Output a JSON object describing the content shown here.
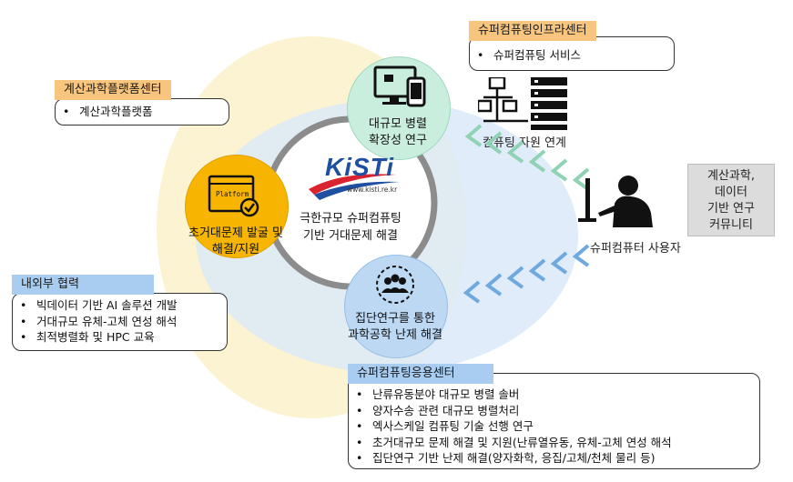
{
  "center": {
    "logo_text": "KiSTi",
    "logo_url": "www.kisti.re.kr",
    "line1": "극한규모 슈퍼컴퓨팅",
    "line2": "기반 거대문제 해결"
  },
  "circles": {
    "top": {
      "line1": "대규모 병렬",
      "line2": "확장성 연구",
      "icon": "devices-icon"
    },
    "left": {
      "line1": "초거대문제 발굴 및",
      "line2": "해결/지원",
      "icon": "platform-window-icon",
      "icon_text": "Platform"
    },
    "bottom": {
      "line1": "집단연구를 통한",
      "line2": "과학공학 난제 해결",
      "icon": "group-icon"
    }
  },
  "platform_center": {
    "header": "계산과학플랫폼센터",
    "items": [
      "계산과학플랫폼"
    ]
  },
  "infra_center": {
    "header": "슈퍼컴퓨팅인프라센터",
    "items": [
      "슈퍼컴퓨팅 서비스"
    ]
  },
  "computing_link": "컴퓨팅 자원 연계",
  "user": {
    "label": "슈퍼컴퓨터 사용자"
  },
  "community": {
    "line1": "계산과학,",
    "line2": "데이터",
    "line3": "기반 연구",
    "line4": "커뮤니티"
  },
  "cooperation": {
    "header": "내외부 협력",
    "items": [
      "빅데이터 기반 AI 솔루션 개발",
      "거대규모 유체-고체 연성 해석",
      "최적병렬화 및 HPC 교육"
    ]
  },
  "application_center": {
    "header": "슈퍼컴퓨팅응용센터",
    "items": [
      "난류유동분야 대규모 병렬 솔버",
      "양자수송 관련 대규모 병렬처리",
      "엑사스케일 컴퓨팅 기술 선행 연구",
      "초거대규모 문제 해결 및 지원(난류열유동, 유체-고체 연성 해석",
      "집단연구 기반 난제 해결(양자화학, 응집/고체/천체 물리 등)"
    ]
  },
  "colors": {
    "yellow_blob": "#fbf3d2",
    "blue_blob": "#dbe9f8",
    "top_circle": "#c9eedd",
    "left_circle": "#f7b400",
    "bottom_circle": "#bcd8f3",
    "ring": "#8c8c8c",
    "chevron_green": "#8fd3b4",
    "chevron_blue": "#6ea9e0",
    "header_orange": "#f8c57e",
    "header_blue": "#a9cdf1"
  }
}
